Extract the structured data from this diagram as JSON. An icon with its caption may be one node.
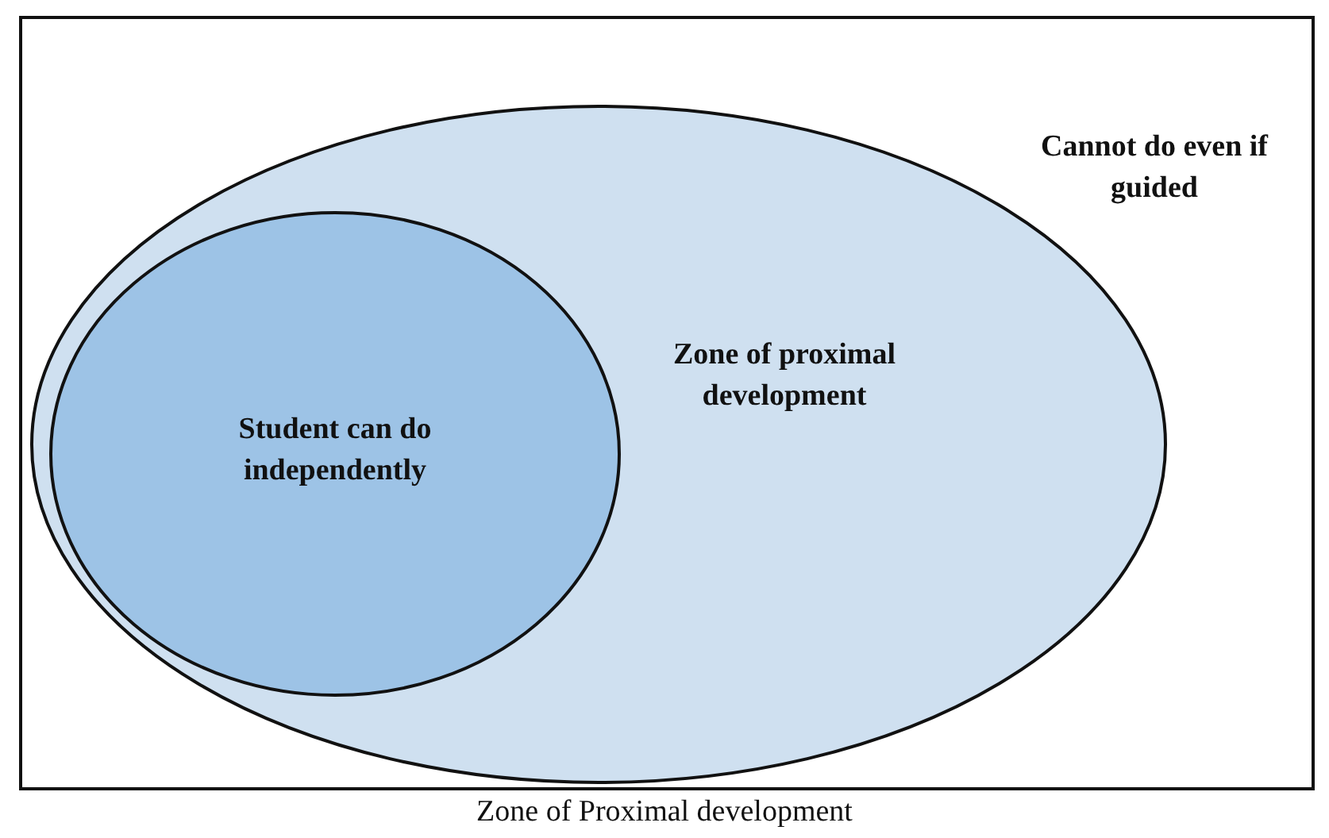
{
  "diagram": {
    "caption": "Zone of Proximal development",
    "nodes": [
      {
        "text": [
          "Cannot do even if guided"
        ]
      },
      {
        "text": [
          "Zone of proximal development"
        ],
        "in": 0
      },
      {
        "text": [
          "Student can do independently"
        ],
        "in": 1
      }
    ]
  }
}
